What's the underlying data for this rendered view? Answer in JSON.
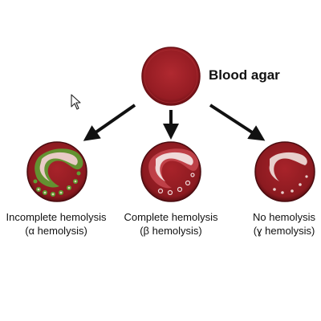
{
  "title": "Blood agar",
  "plates": [
    {
      "name": "alpha",
      "caption_line1": "Incomplete hemolysis",
      "caption_line2": "(α hemolysis)",
      "agar_color": "#8e1c22",
      "colony_color": "#e9c9c3",
      "halo_color": "#4f9a2c"
    },
    {
      "name": "beta",
      "caption_line1": "Complete hemolysis",
      "caption_line2": "(β hemolysis)",
      "agar_color": "#9a1f26",
      "colony_color": "#f2dede",
      "halo_color": "#d76a70"
    },
    {
      "name": "gamma",
      "caption_line1": "No hemolysis",
      "caption_line2": "(ɣ hemolysis)",
      "agar_color": "#8e1c22",
      "colony_color": "#ead3d0",
      "halo_color": "#8e1c22"
    }
  ],
  "colors": {
    "blood_agar": "#9d1c24",
    "arrow": "#111111",
    "text": "#111111"
  },
  "icons": {
    "cursor": "mouse-pointer-icon"
  }
}
